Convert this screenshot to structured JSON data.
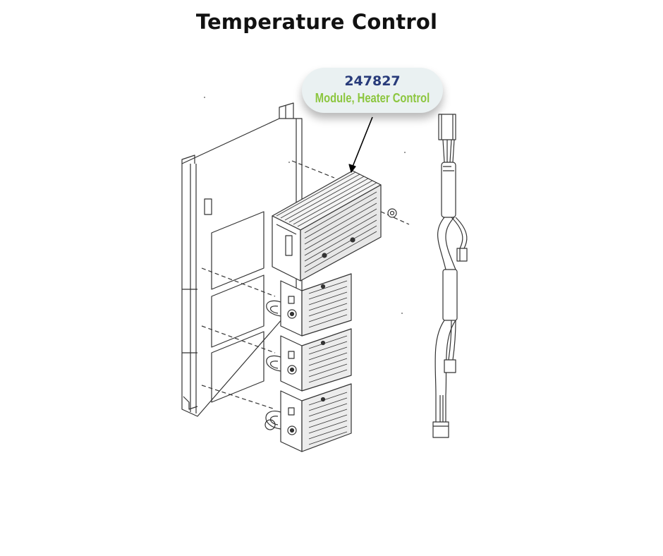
{
  "title": "Temperature Control",
  "callout": {
    "part_number": "247827",
    "part_name": "Module, Heater Control"
  },
  "colors": {
    "part_number": "#283b7a",
    "part_name": "#8cc63f",
    "callout_bg": "#eaf1f2"
  }
}
